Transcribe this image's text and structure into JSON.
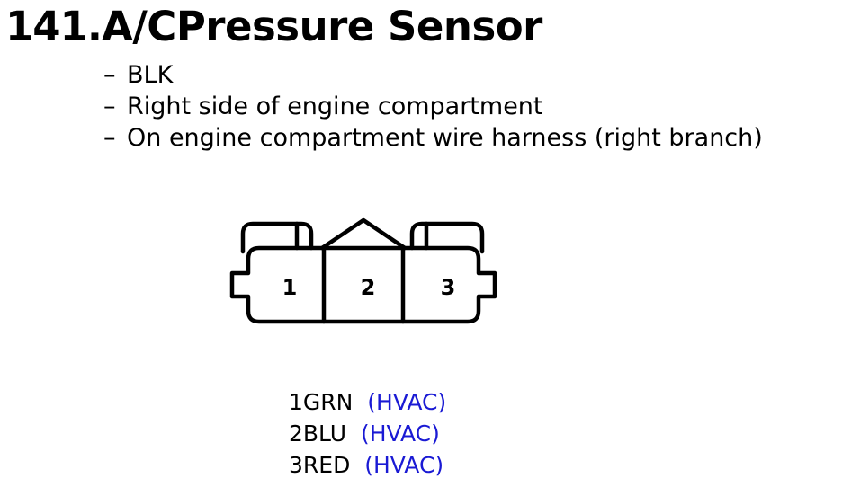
{
  "title": {
    "number": "141.",
    "name": "A/CPressure Sensor"
  },
  "details": [
    {
      "dash": "–",
      "text": "BLK"
    },
    {
      "dash": "–",
      "text": "Right side of engine compartment"
    },
    {
      "dash": "–",
      "text": "On engine compartment wire harness (right branch)"
    }
  ],
  "connector": {
    "pins": [
      "1",
      "2",
      "3"
    ]
  },
  "wires": [
    {
      "pin": "1",
      "color": "GRN",
      "system": "(HVAC)"
    },
    {
      "pin": "2",
      "color": "BLU",
      "system": "(HVAC)"
    },
    {
      "pin": "3",
      "color": "RED",
      "system": "(HVAC)"
    }
  ],
  "colors": {
    "system_text": "#1a1ad4"
  }
}
